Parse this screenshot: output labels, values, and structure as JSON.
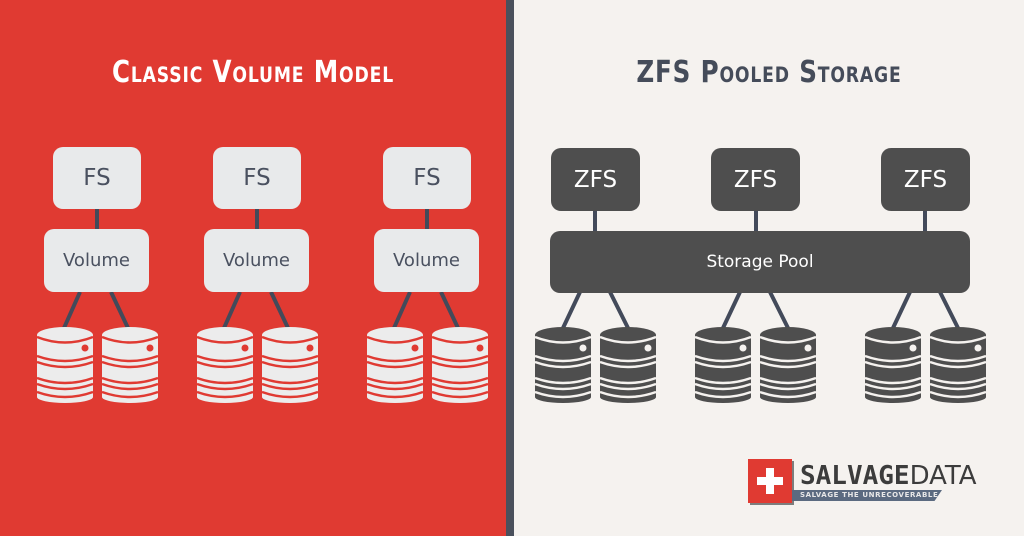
{
  "left_panel": {
    "title": "Classic Volume Model",
    "background": "#e03a32",
    "stacks": [
      {
        "fs_label": "FS",
        "volume_label": "Volume",
        "disks": 2
      },
      {
        "fs_label": "FS",
        "volume_label": "Volume",
        "disks": 2
      },
      {
        "fs_label": "FS",
        "volume_label": "Volume",
        "disks": 2
      }
    ]
  },
  "right_panel": {
    "title": "ZFS Pooled Storage",
    "background": "#f5f2ef",
    "filesystems": [
      {
        "label": "ZFS"
      },
      {
        "label": "ZFS"
      },
      {
        "label": "ZFS"
      }
    ],
    "pool_label": "Storage Pool",
    "disk_groups": [
      {
        "disks": 2
      },
      {
        "disks": 2
      },
      {
        "disks": 2
      }
    ]
  },
  "logo": {
    "name_bold": "SALVAGE",
    "name_light": "DATA",
    "tagline": "SALVAGE THE UNRECOVERABLE",
    "icon": "plus-cross-icon",
    "color": "#e03a32"
  },
  "colors": {
    "red": "#e03a32",
    "light_box": "#e8eaeb",
    "dark_box": "#4e4e4e",
    "connector": "#434a5a",
    "divider": "#4a505c"
  }
}
